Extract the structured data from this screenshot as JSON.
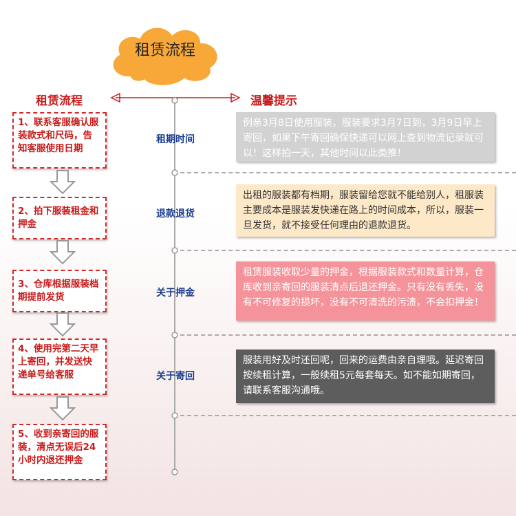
{
  "title": "租赁流程",
  "left_header": "租赁流程",
  "right_header": "温馨提示",
  "steps": [
    "1、联系客服确认服装款式和尺码，告知客服使用日期",
    "2、拍下服装租金和押金",
    "3、仓库根据服装档期提前发货",
    "4、使用完第二天早上寄回，并发送快递单号给客服",
    "5、收到亲寄回的服装，清点无误后24小时内退还押金"
  ],
  "tips": [
    {
      "label": "租期时间",
      "text": "例亲3月8日使用服装，服装要求3月7日到，3月9日早上寄回，如果下午寄回确保快递可以网上查到物流记录就可以！这样拍一天，其他时间以此类推！",
      "bg": "#d2d2d2",
      "fg": "#ffffff"
    },
    {
      "label": "退款退货",
      "text": "出租的服装都有档期，服装留给您就不能给别人，租服装主要成本是服装发快递在路上的时间成本，所以，服装一旦发货，就不接受任何理由的退款退货。",
      "bg": "#fde8c8",
      "fg": "#333333"
    },
    {
      "label": "关于押金",
      "text": "租赁服装收取少量的押金，根据服装款式和数量计算，仓库收到亲寄回的服装清点后退还押金。只有没有丢失，没有不可修复的损坏，没有不可清洗的污渍，不会扣押金！",
      "bg": "#f4949a",
      "fg": "#ffffff"
    },
    {
      "label": "关于寄回",
      "text": "服装用好及时还回呢，回来的运费由亲自理哦。延迟寄回按续租计算，一般续租5元每套每天。如不能如期寄回，请联系客服沟通哦。",
      "bg": "#5d5d5d",
      "fg": "#ffffff"
    }
  ],
  "colors": {
    "accent_red": "#c81b1b",
    "label_blue": "#1a3d8f",
    "cloud_orange": "#f7a839"
  }
}
